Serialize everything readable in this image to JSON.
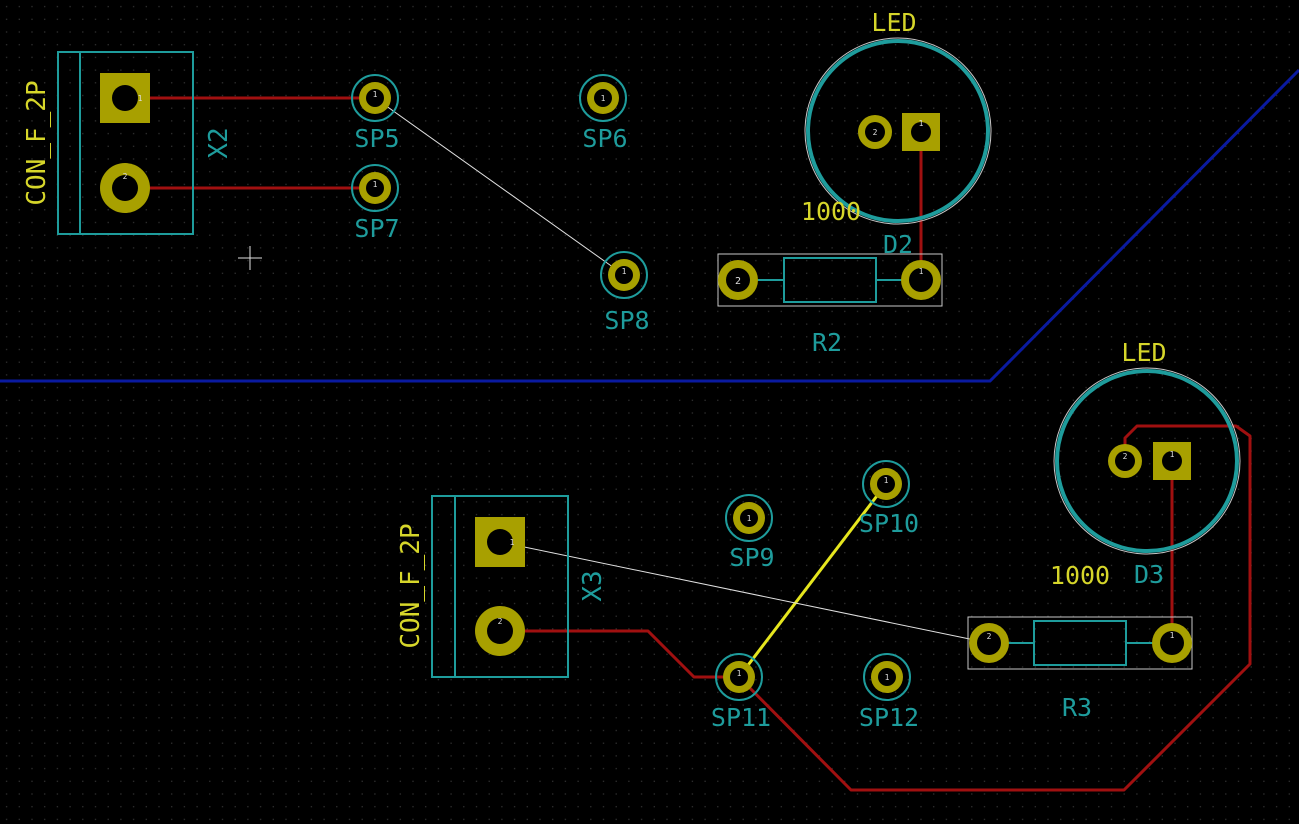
{
  "colors": {
    "background": "#000000",
    "grid_dot": "#3a3a3a",
    "silk_yellow": "#d6d62a",
    "fab_cyan": "#1e9c9c",
    "copper_red": "#a01010",
    "copper_blue": "#0a1aa0",
    "pad_gold": "#a8a000",
    "ratsnest": "#e0e0e0",
    "active_yellow": "#e6e61e"
  },
  "footprints": {
    "x2": {
      "ref": "X2",
      "value": "CON_F_2P",
      "pad1": "1",
      "pad2": "2"
    },
    "x3": {
      "ref": "X3",
      "value": "CON_F_2P",
      "pad1": "1",
      "pad2": "2"
    },
    "sp5": {
      "ref": "SP5",
      "pad": "1"
    },
    "sp6": {
      "ref": "SP6",
      "pad": "1"
    },
    "sp7": {
      "ref": "SP7",
      "pad": "1"
    },
    "sp8": {
      "ref": "SP8",
      "pad": "1"
    },
    "sp9": {
      "ref": "SP9",
      "pad": "1"
    },
    "sp10": {
      "ref": "SP10",
      "pad": "1"
    },
    "sp11": {
      "ref": "SP11",
      "pad": "1"
    },
    "sp12": {
      "ref": "SP12",
      "pad": "1"
    },
    "d2": {
      "ref": "D2",
      "value": "LED",
      "pad1": "1",
      "pad2": "2"
    },
    "d3": {
      "ref": "D3",
      "value": "LED",
      "pad1": "1",
      "pad2": "2"
    },
    "r2": {
      "ref": "R2",
      "value": "1000",
      "pad1": "1",
      "pad2": "2"
    },
    "r3": {
      "ref": "R3",
      "value": "1000",
      "pad1": "1",
      "pad2": "2"
    }
  }
}
